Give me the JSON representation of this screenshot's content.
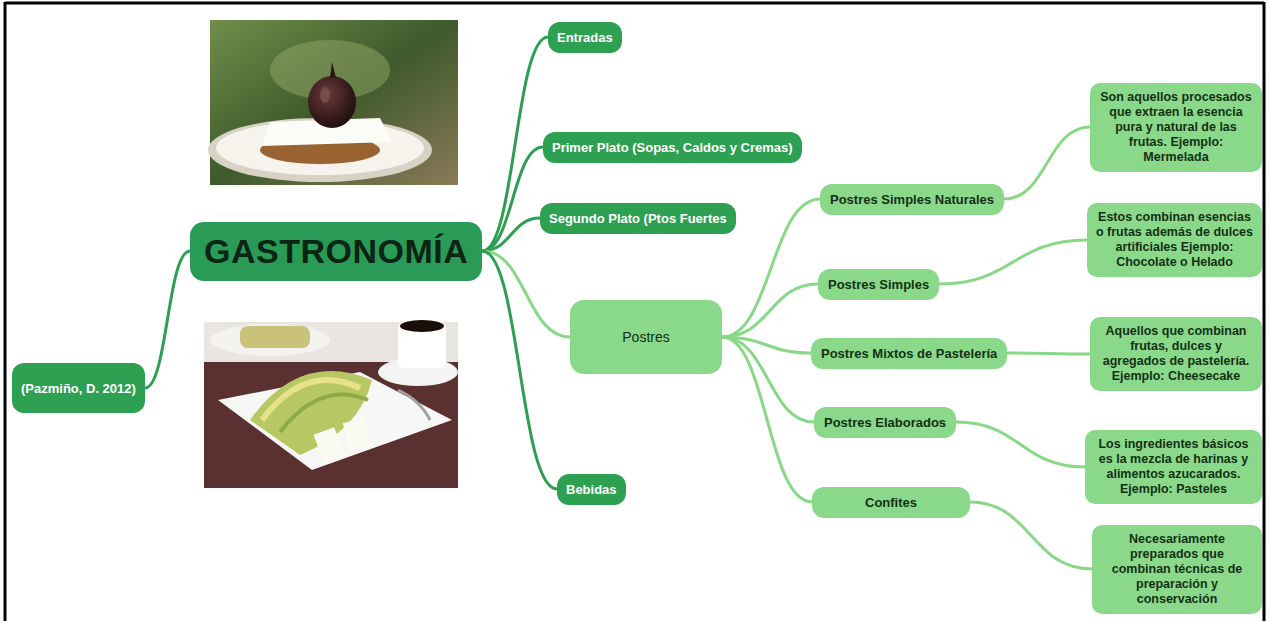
{
  "diagram": {
    "nodes": [
      {
        "text": [
          "GASTRONOMÍA"
        ]
      },
      {
        "text": [
          "(Pazmiño, D. 2012)"
        ]
      },
      {
        "text": [
          "Entradas"
        ]
      },
      {
        "text": [
          "Primer Plato (Sopas, Caldos y Cremas)"
        ]
      },
      {
        "text": [
          "Segundo Plato (Ptos Fuertes"
        ]
      },
      {
        "text": [
          "Postres"
        ]
      },
      {
        "text": [
          "Bebidas"
        ]
      },
      {
        "text": [
          "Postres Simples Naturales"
        ]
      },
      {
        "text": [
          "Son aquellos procesados que extraen la esencia pura y natural de las frutas. Ejemplo: Mermelada"
        ]
      },
      {
        "text": [
          "Postres Simples"
        ]
      },
      {
        "text": [
          "Estos combinan esencias o frutas además de dulces artificiales Ejemplo: Chocolate o Helado"
        ]
      },
      {
        "text": [
          "Postres Mixtos de Pastelería"
        ]
      },
      {
        "text": [
          "Aquellos que combinan frutas, dulces y agregados de pastelería. Ejemplo: Cheesecake"
        ]
      },
      {
        "text": [
          "Postres Elaborados"
        ]
      },
      {
        "text": [
          "Los ingredientes básicos es la mezcla de harinas y alimentos azucarados. Ejemplo: Pasteles"
        ]
      },
      {
        "text": [
          "Confites"
        ]
      },
      {
        "text": [
          "Necesariamente preparados que combinan técnicas de preparación y conservación"
        ]
      }
    ],
    "edges": [
      {
        "from": 1,
        "to": 0,
        "arrow": "none"
      },
      {
        "from": 0,
        "to": 2,
        "arrow": "none"
      },
      {
        "from": 0,
        "to": 3,
        "arrow": "none"
      },
      {
        "from": 0,
        "to": 4,
        "arrow": "none"
      },
      {
        "from": 0,
        "to": 5,
        "arrow": "none"
      },
      {
        "from": 0,
        "to": 6,
        "arrow": "none"
      },
      {
        "from": 5,
        "to": 7,
        "arrow": "none"
      },
      {
        "from": 5,
        "to": 9,
        "arrow": "none"
      },
      {
        "from": 5,
        "to": 11,
        "arrow": "none"
      },
      {
        "from": 5,
        "to": 13,
        "arrow": "none"
      },
      {
        "from": 5,
        "to": 15,
        "arrow": "none"
      },
      {
        "from": 7,
        "to": 8,
        "arrow": "none"
      },
      {
        "from": 9,
        "to": 10,
        "arrow": "none"
      },
      {
        "from": 11,
        "to": 12,
        "arrow": "none"
      },
      {
        "from": 13,
        "to": 14,
        "arrow": "none"
      },
      {
        "from": 15,
        "to": 16,
        "arrow": "none"
      }
    ]
  }
}
